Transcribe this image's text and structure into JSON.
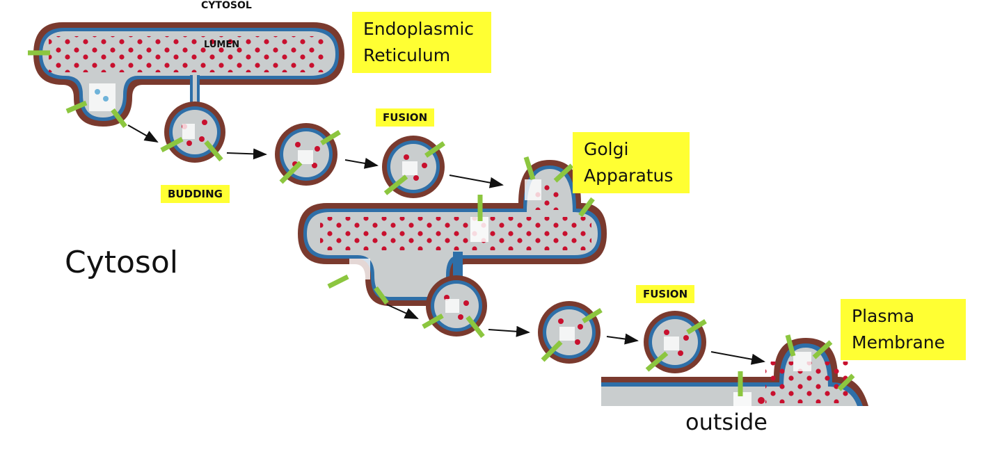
{
  "labels": {
    "top_cytosol": "CYTOSOL",
    "lumen": "LUMEN",
    "er": [
      "Endoplasmic",
      "Reticulum"
    ],
    "golgi": [
      "Golgi",
      "Apparatus"
    ],
    "plasma": [
      "Plasma",
      "Membrane"
    ],
    "budding": "BUDDING",
    "fusion_1": "FUSION",
    "fusion_2": "FUSION",
    "cytosol": "Cytosol",
    "outside": "outside"
  },
  "colors": {
    "highlight": "#ffff33",
    "membrane_outer": "#7a3a2e",
    "membrane_inner": "#2e6fa8",
    "lumen_fill": "#c9cdce",
    "protein_dot": "#c8102e",
    "receptor": "#8cc63f",
    "arrow": "#111111"
  }
}
